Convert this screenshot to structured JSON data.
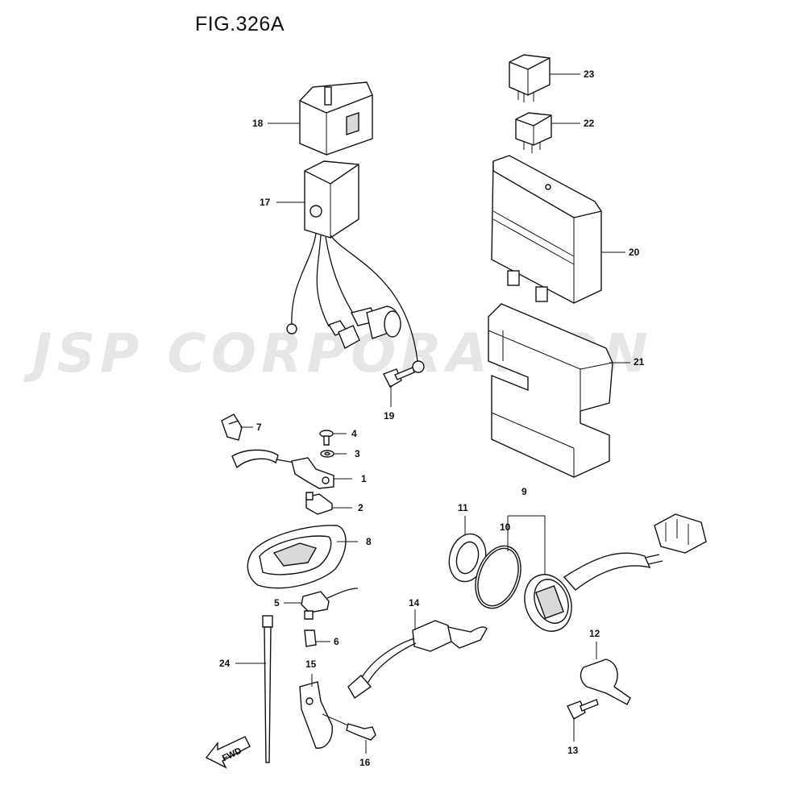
{
  "figure": {
    "title": "FIG.326A"
  },
  "watermark": {
    "text": "JSP CORPORATION"
  },
  "fwd_label": "FWD",
  "callouts": [
    {
      "id": "c1",
      "label": "1"
    },
    {
      "id": "c2",
      "label": "2"
    },
    {
      "id": "c3",
      "label": "3"
    },
    {
      "id": "c4",
      "label": "4"
    },
    {
      "id": "c5",
      "label": "5"
    },
    {
      "id": "c6",
      "label": "6"
    },
    {
      "id": "c7",
      "label": "7"
    },
    {
      "id": "c8",
      "label": "8"
    },
    {
      "id": "c9",
      "label": "9"
    },
    {
      "id": "c10",
      "label": "10"
    },
    {
      "id": "c11",
      "label": "11"
    },
    {
      "id": "c12",
      "label": "12"
    },
    {
      "id": "c13",
      "label": "13"
    },
    {
      "id": "c14",
      "label": "14"
    },
    {
      "id": "c15",
      "label": "15"
    },
    {
      "id": "c16",
      "label": "16"
    },
    {
      "id": "c17",
      "label": "17"
    },
    {
      "id": "c18",
      "label": "18"
    },
    {
      "id": "c19",
      "label": "19"
    },
    {
      "id": "c20",
      "label": "20"
    },
    {
      "id": "c21",
      "label": "21"
    },
    {
      "id": "c22",
      "label": "22"
    },
    {
      "id": "c23",
      "label": "23"
    },
    {
      "id": "c24",
      "label": "24"
    }
  ]
}
